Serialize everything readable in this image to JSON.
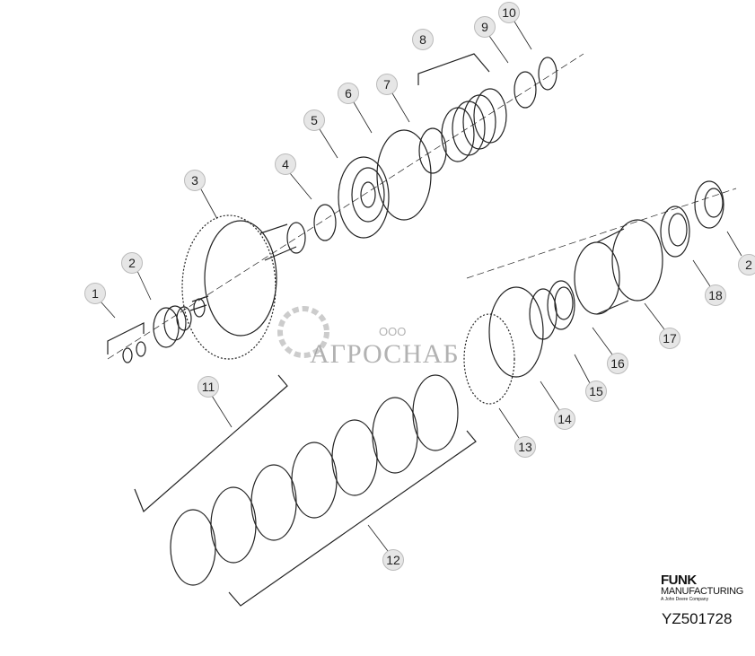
{
  "diagram": {
    "callouts": [
      {
        "label": "1"
      },
      {
        "label": "2"
      },
      {
        "label": "3"
      },
      {
        "label": "4"
      },
      {
        "label": "5"
      },
      {
        "label": "6"
      },
      {
        "label": "7"
      },
      {
        "label": "8"
      },
      {
        "label": "9"
      },
      {
        "label": "10"
      },
      {
        "label": "11"
      },
      {
        "label": "12"
      },
      {
        "label": "13"
      },
      {
        "label": "14"
      },
      {
        "label": "15"
      },
      {
        "label": "16"
      },
      {
        "label": "17"
      },
      {
        "label": "18"
      },
      {
        "label": "2"
      }
    ],
    "line_color": "#222222",
    "callout_fill": "#e6e6e6"
  },
  "watermark": {
    "prefix": "ООО",
    "name": "АГРОСНАБ"
  },
  "brand": {
    "name": "FUNK",
    "sub": "MANUFACTURING",
    "tagline": "A John Deere Company"
  },
  "part_number": "YZ501728"
}
